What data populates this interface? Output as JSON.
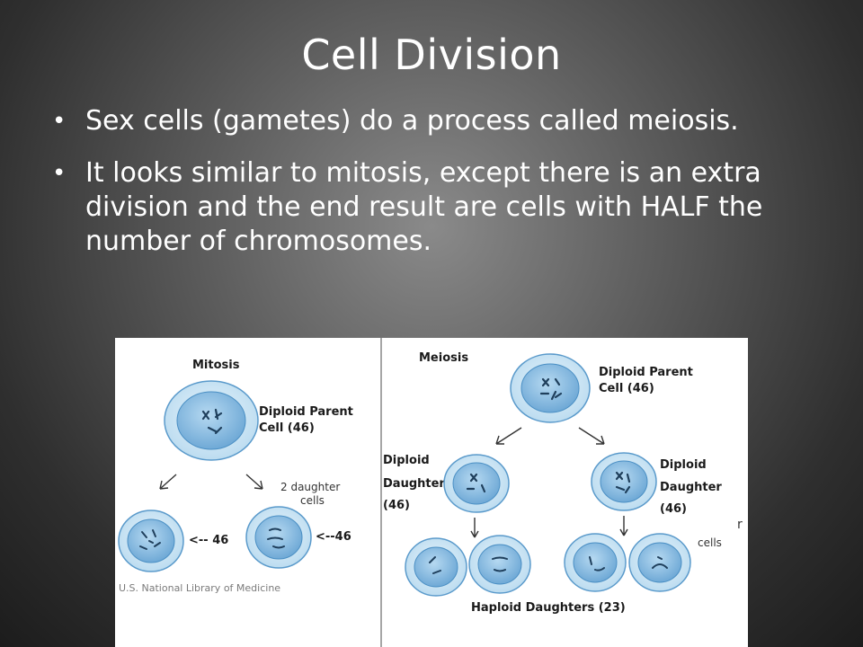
{
  "slide": {
    "title": "Cell Division",
    "bullets": [
      "Sex cells (gametes) do a process called meiosis.",
      "It looks similar to mitosis, except there is an extra division and the end result are cells with HALF the number of chromosomes."
    ]
  },
  "figure": {
    "mitosis": {
      "title": "Mitosis",
      "parent_label_line1": "Diploid Parent",
      "parent_label_line2": "Cell (46)",
      "daughters_label_line1": "2 daughter",
      "daughters_label_line2": "cells",
      "left_count": "<-- 46",
      "right_count": "<--46",
      "credit": "U.S. National Library of Medicine"
    },
    "meiosis": {
      "title": "Meiosis",
      "parent_label_line1": "Diploid Parent",
      "parent_label_line2": "Cell (46)",
      "left_daughter_line1": "Diploid",
      "left_daughter_line2": "Daughter",
      "left_daughter_line3": "(46)",
      "right_daughter_line1": "Diploid",
      "right_daughter_line2": "Daughter",
      "right_daughter_line3": "(46)",
      "cells_label": "cells",
      "haploid_label": "Haploid Daughters (23)"
    }
  },
  "colors": {
    "cell_outer": "#cfe6f5",
    "cell_inner": "#7fb8e0",
    "cell_stroke": "#4a8fc4"
  }
}
